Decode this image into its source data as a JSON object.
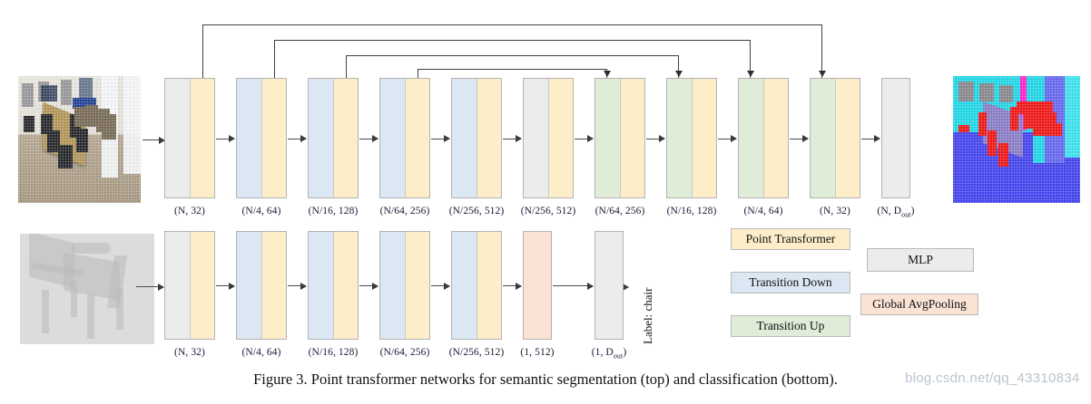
{
  "figure": {
    "caption": "Figure 3. Point transformer networks for semantic segmentation (top) and classification (bottom).",
    "watermark": "blog.csdn.net/qq_43310834"
  },
  "colors": {
    "point_transformer": "#fdeec9",
    "transition_down": "#dbe7f3",
    "transition_up": "#dfecd8",
    "mlp": "#ececec",
    "global_avgpooling": "#fae2d5",
    "arrow": "#3f3f3f",
    "border": "#b3b3b3"
  },
  "legend": {
    "items": [
      {
        "label": "Point Transformer",
        "color_key": "point_transformer"
      },
      {
        "label": "Transition Down",
        "color_key": "transition_down"
      },
      {
        "label": "Transition Up",
        "color_key": "transition_up"
      },
      {
        "label": "MLP",
        "color_key": "mlp"
      },
      {
        "label": "Global AvgPooling",
        "color_key": "global_avgpooling"
      }
    ]
  },
  "segmentation_branch": {
    "input_image_alt": "indoor conference room point cloud",
    "output_image_alt": "semantically segmented point cloud",
    "blocks": [
      {
        "label": "(N, 32)",
        "bars": [
          "mlp",
          "point_transformer"
        ]
      },
      {
        "label": "(N/4, 64)",
        "bars": [
          "transition_down",
          "point_transformer"
        ]
      },
      {
        "label": "(N/16, 128)",
        "bars": [
          "transition_down",
          "point_transformer"
        ]
      },
      {
        "label": "(N/64, 256)",
        "bars": [
          "transition_down",
          "point_transformer"
        ]
      },
      {
        "label": "(N/256, 512)",
        "bars": [
          "transition_down",
          "point_transformer"
        ]
      },
      {
        "label": "(N/256, 512)",
        "bars": [
          "mlp",
          "point_transformer"
        ]
      },
      {
        "label": "(N/64, 256)",
        "bars": [
          "transition_up",
          "point_transformer"
        ]
      },
      {
        "label": "(N/16, 128)",
        "bars": [
          "transition_up",
          "point_transformer"
        ]
      },
      {
        "label": "(N/4, 64)",
        "bars": [
          "transition_up",
          "point_transformer"
        ]
      },
      {
        "label": "(N, 32)",
        "bars": [
          "transition_up",
          "point_transformer"
        ]
      },
      {
        "label": "(N, D_out)",
        "bars": [
          "mlp"
        ]
      }
    ],
    "skip_connections": [
      {
        "from_block": 1,
        "to_block": 10
      },
      {
        "from_block": 2,
        "to_block": 9
      },
      {
        "from_block": 3,
        "to_block": 8
      },
      {
        "from_block": 4,
        "to_block": 7
      }
    ]
  },
  "classification_branch": {
    "input_image_alt": "chair point cloud",
    "output_label": "Label: chair",
    "blocks": [
      {
        "label": "(N, 32)",
        "bars": [
          "mlp",
          "point_transformer"
        ]
      },
      {
        "label": "(N/4, 64)",
        "bars": [
          "transition_down",
          "point_transformer"
        ]
      },
      {
        "label": "(N/16, 128)",
        "bars": [
          "transition_down",
          "point_transformer"
        ]
      },
      {
        "label": "(N/64, 256)",
        "bars": [
          "transition_down",
          "point_transformer"
        ]
      },
      {
        "label": "(N/256, 512)",
        "bars": [
          "transition_down",
          "point_transformer"
        ]
      },
      {
        "label": "(1, 512)",
        "bars": [
          "global_avgpooling"
        ]
      },
      {
        "label": "(1, D_out)",
        "bars": [
          "mlp"
        ]
      }
    ]
  }
}
